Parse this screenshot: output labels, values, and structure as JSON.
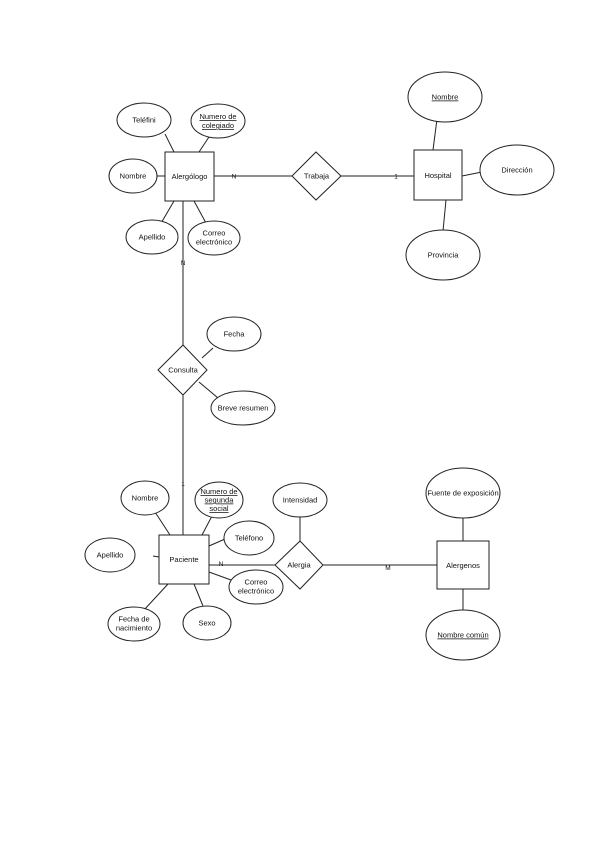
{
  "diagram": {
    "entities": {
      "alergologo": "Alergólogo",
      "hospital": "Hospital",
      "paciente": "Paciente",
      "alergenos": "Alergenos"
    },
    "relationships": {
      "trabaja": "Trabaja",
      "consulta": "Consulta",
      "alergia": "Alergia"
    },
    "attributes": {
      "telefini": "Teléfini",
      "numero_colegiado_1": "Numero de",
      "numero_colegiado_2": "colegiado",
      "nombre_alergologo": "Nombre",
      "apellido_alergologo": "Apellido",
      "correo_alergologo_1": "Correo",
      "correo_alergologo_2": "electrónico",
      "nombre_hospital": "Nombre",
      "direccion": "Dirección",
      "provincia": "Provincia",
      "fecha": "Fecha",
      "breve_resumen": "Breve resumen",
      "nombre_paciente": "Nombre",
      "nss_1": "Numero de",
      "nss_2": "segunda",
      "nss_3": "social",
      "telefono_paciente": "Teléfono",
      "apellido_paciente": "Apellido",
      "correo_paciente_1": "Correo",
      "correo_paciente_2": "electrónico",
      "fecha_nac_1": "Fecha de",
      "fecha_nac_2": "nacimiento",
      "sexo": "Sexo",
      "intensidad": "Intensidad",
      "fuente_exposicion": "Fuente de exposición",
      "nombre_comun": "Nombre común"
    },
    "cardinalities": {
      "alergologo_trabaja": "N",
      "hospital_trabaja": "1",
      "alergologo_consulta": "N",
      "paciente_consulta": "1",
      "paciente_alergia": "N",
      "alergenos_alergia": "M"
    }
  }
}
